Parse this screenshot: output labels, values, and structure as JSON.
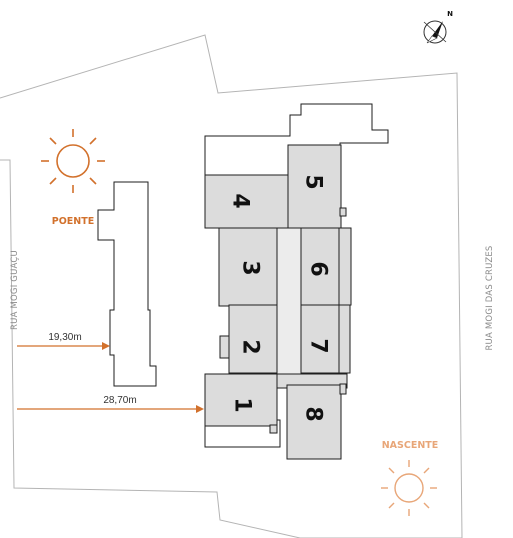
{
  "blocks": [
    "1",
    "2",
    "3",
    "4",
    "5",
    "6",
    "7",
    "8"
  ],
  "streets": {
    "left": "RUA MOGI GUAÇU",
    "right": "RUA MOGI DAS CRUZES"
  },
  "sun": {
    "west_label": "POENTE",
    "east_label": "NASCENTE",
    "west_color": "#d2712c",
    "east_color": "#e8a678"
  },
  "distances": {
    "near": "19,30m",
    "far": "28,70m"
  },
  "compass": {
    "label": "N"
  },
  "colors": {
    "block_fill": "#dcdcdc",
    "line": "#1e1e1e",
    "lot_line": "#b4b4b4"
  }
}
